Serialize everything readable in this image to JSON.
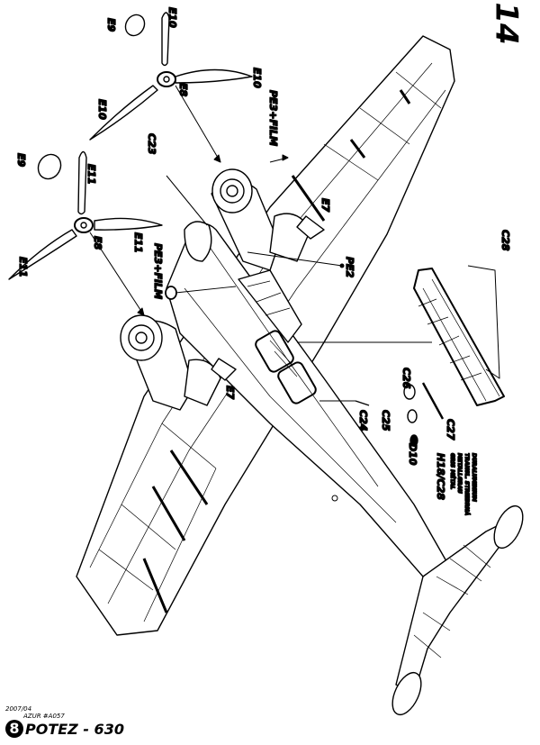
{
  "page": {
    "step_number": "14"
  },
  "footer": {
    "date": "2007/04",
    "code": "AZUR #A057",
    "badge": "8",
    "title": "POTEZ - 630"
  },
  "labels": {
    "e10a": "E10",
    "e10b": "E10",
    "e10c": "E10",
    "e9a": "E9",
    "e9b": "E9",
    "e8a": "E8",
    "e8b": "E8",
    "e11a": "E11",
    "e11b": "E11",
    "e11c": "E11",
    "e7a": "E7",
    "e7b": "E7",
    "c23": "C23",
    "pe3a": "PE3+FILM",
    "pe3b": "PE3+FILM",
    "pe2": "PE2",
    "c28": "C28",
    "c26": "C26",
    "c25": "C25",
    "c24": "C24",
    "c27": "C27",
    "d10": "D10",
    "h18": "H18/C28",
    "paint1": "DURALUMINIUM",
    "paint2": "TRANSL. STRIEBRNÁ",
    "paint3": "METALLGRAU",
    "paint4": "GRIS MÉTAL"
  }
}
